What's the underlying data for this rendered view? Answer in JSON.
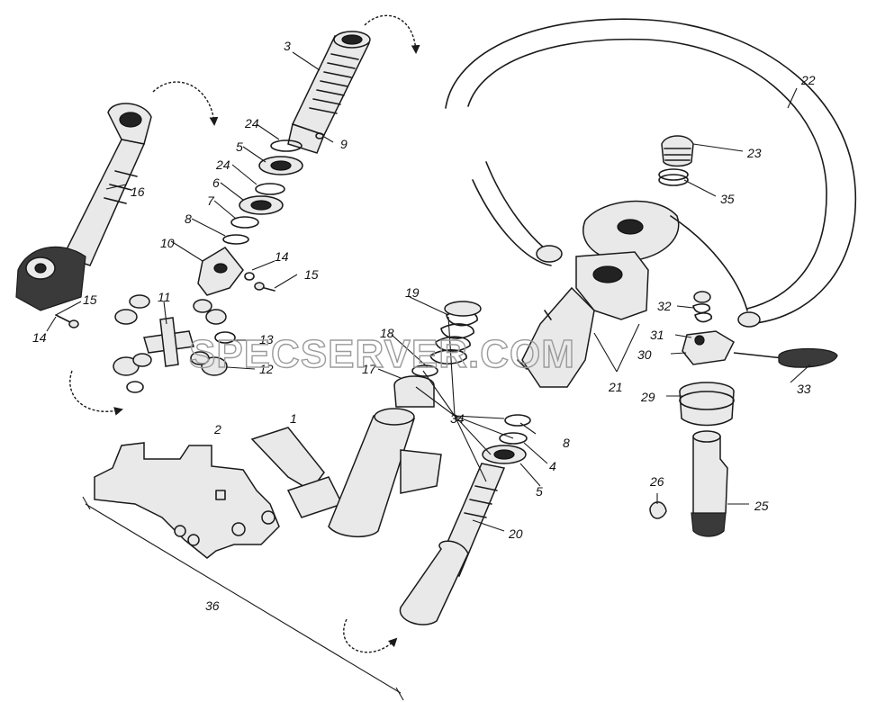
{
  "watermark": "SPECSERVER.COM",
  "callouts": [
    "1",
    "2",
    "3",
    "4",
    "5",
    "6",
    "7",
    "8",
    "9",
    "10",
    "11",
    "12",
    "13",
    "14",
    "15",
    "16",
    "17",
    "18",
    "19",
    "20",
    "21",
    "22",
    "23",
    "24",
    "25",
    "26",
    "29",
    "30",
    "31",
    "32",
    "33",
    "34",
    "35",
    "36"
  ]
}
